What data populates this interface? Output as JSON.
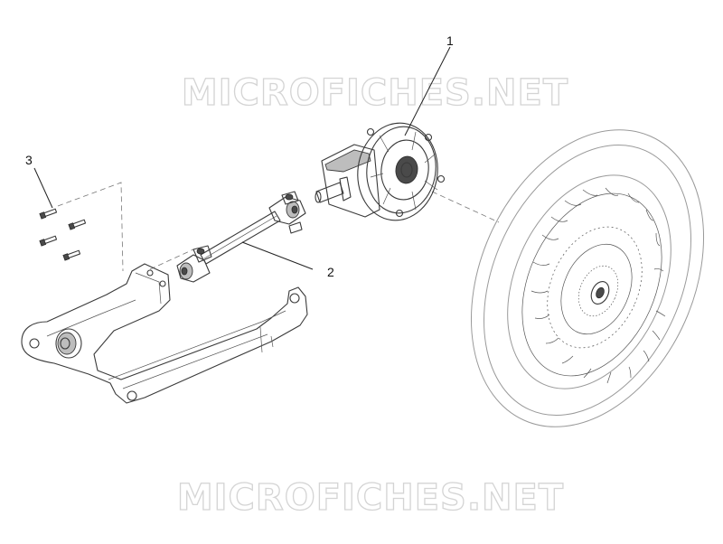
{
  "watermark": {
    "text": "MICROFICHES.NET"
  },
  "callouts": [
    {
      "id": "1",
      "label": "1"
    },
    {
      "id": "2",
      "label": "2"
    },
    {
      "id": "3",
      "label": "3"
    }
  ],
  "colors": {
    "line": "#3a3a3a",
    "watermark_outline": "#d4d4d4",
    "background": "#ffffff"
  }
}
